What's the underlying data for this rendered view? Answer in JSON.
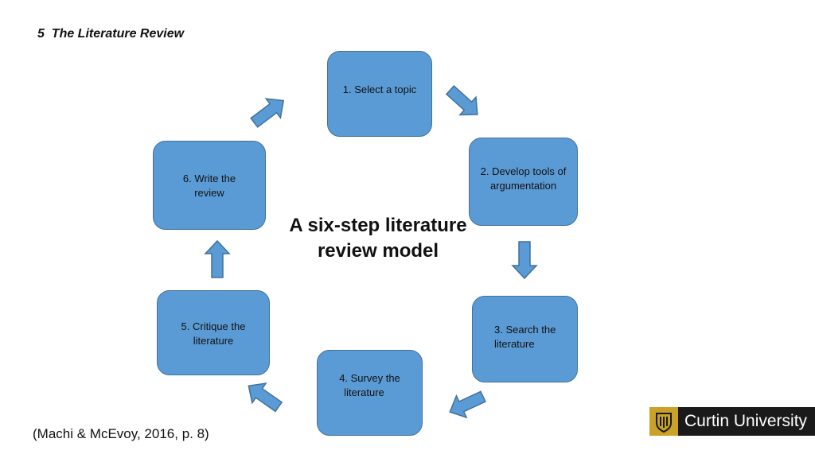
{
  "slide": {
    "title": "5  The Literature Review",
    "citation": "(Machi & McEvoy, 2016, p. 8)"
  },
  "diagram": {
    "center_title_line1": "A six-step literature",
    "center_title_line2": "review model",
    "steps": [
      {
        "line1": "1. Select a topic",
        "line2": ""
      },
      {
        "line1": "2. Develop tools of",
        "line2": "argumentation"
      },
      {
        "line1": "3. Search the",
        "line2": "literature"
      },
      {
        "line1": "4. Survey the",
        "line2": "literature"
      },
      {
        "line1": "5. Critique the",
        "line2": "literature"
      },
      {
        "line1": "6. Write the",
        "line2": "review"
      }
    ]
  },
  "logo": {
    "text": "Curtin University"
  },
  "colors": {
    "box_fill": "#5b9bd5",
    "box_border": "#41719c",
    "logo_gold": "#c9a227",
    "logo_dark": "#1a1a1a"
  }
}
